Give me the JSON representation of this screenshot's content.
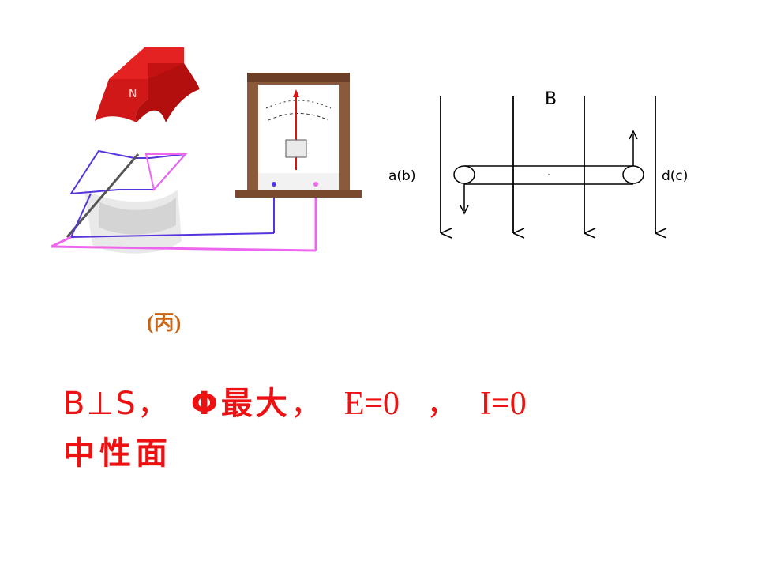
{
  "figure": {
    "magnet_label": "N",
    "caption": "(丙)"
  },
  "diagram": {
    "field_label": "B",
    "left_side_label": "a(b)",
    "right_side_label": "d(c)"
  },
  "text": {
    "condition": "B⊥S",
    "sep1": "，",
    "flux_max": "Φ最大",
    "sep2": "，",
    "emf": "E=0",
    "sep3": "，",
    "current": "I=0",
    "conclusion": "中性面"
  },
  "colors": {
    "text_red": "#ee1111",
    "caption_orange": "#c86414",
    "magnet_red": "#cc1111",
    "coil_blue": "#5533dd",
    "coil_magenta": "#ee66ee",
    "meter_wood": "#8b5a3c"
  },
  "icons": {
    "magnet": "n-pole-magnet",
    "coil": "rectangular-coil",
    "meter": "galvanometer"
  }
}
